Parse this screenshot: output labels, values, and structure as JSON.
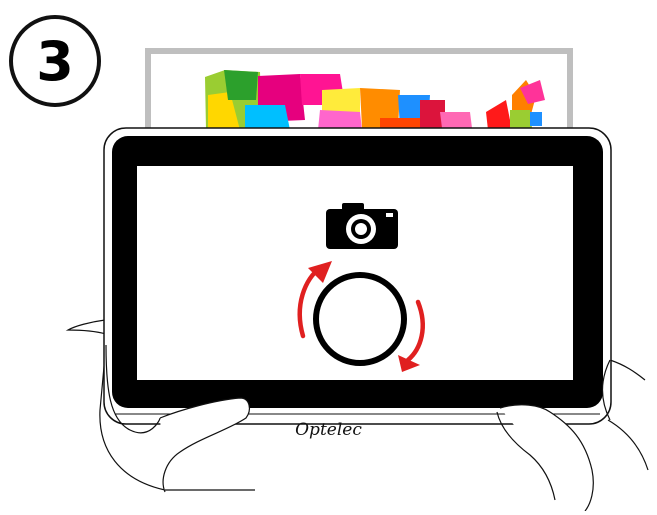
{
  "step": {
    "number": "3"
  },
  "device": {
    "brand": "Optelec"
  },
  "colors": {
    "outline": "#111111",
    "screen_bezel": "#000000",
    "screen": "#ffffff",
    "arrow": "#e02020",
    "map_frame": "#bfbfbf"
  },
  "icons": [
    "camera-icon",
    "rotate-arrows-icon",
    "capture-button"
  ]
}
